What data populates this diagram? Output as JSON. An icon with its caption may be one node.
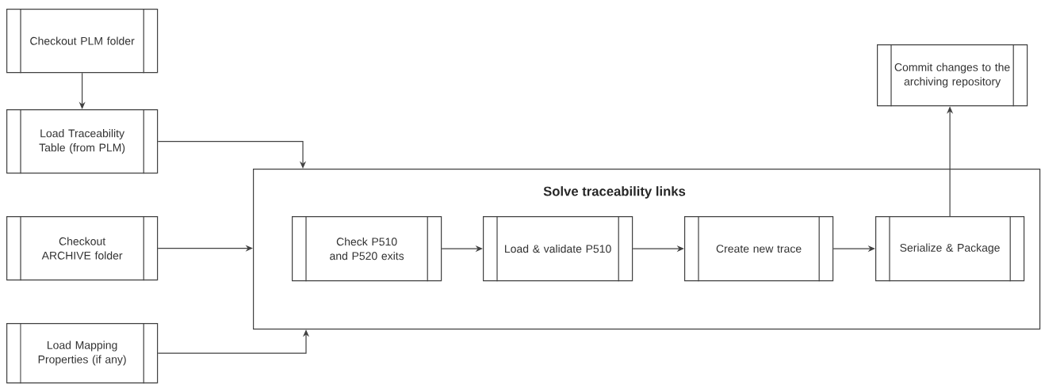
{
  "diagram": {
    "nodes": [
      {
        "text": [
          "Checkout PLM folder"
        ]
      },
      {
        "text": [
          "Load Traceability Table (from PLM)"
        ]
      },
      {
        "text": [
          "Checkout ARCHIVE folder"
        ]
      },
      {
        "text": [
          "Load Mapping Properties (if any)"
        ]
      },
      {
        "text": [
          "Commit changes to the archiving repository"
        ]
      },
      {
        "text": [
          "Solve traceability links"
        ]
      },
      {
        "text": [
          "Check P510 and P520 exits"
        ],
        "in": 5
      },
      {
        "text": [
          "Load & validate P510"
        ],
        "in": 5
      },
      {
        "text": [
          "Create new trace"
        ],
        "in": 5
      },
      {
        "text": [
          "Serialize & Package"
        ],
        "in": 5
      }
    ],
    "edges": [
      {
        "from": 0,
        "to": 1,
        "arrow": "to"
      },
      {
        "from": 1,
        "to": 5,
        "arrow": "to"
      },
      {
        "from": 2,
        "to": 5,
        "arrow": "to"
      },
      {
        "from": 3,
        "to": 5,
        "arrow": "to"
      },
      {
        "from": 6,
        "to": 7,
        "arrow": "to"
      },
      {
        "from": 7,
        "to": 8,
        "arrow": "to"
      },
      {
        "from": 8,
        "to": 9,
        "arrow": "to"
      },
      {
        "from": 9,
        "to": 4,
        "arrow": "to"
      }
    ]
  }
}
